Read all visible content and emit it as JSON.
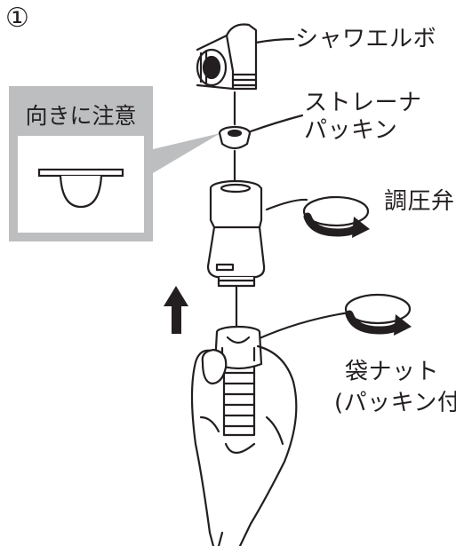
{
  "step_marker": "①",
  "callout": {
    "title": "向きに注意"
  },
  "labels": {
    "shower_elbow": "シャワエルボ",
    "strainer_line1": "ストレーナ",
    "strainer_line2": "パッキン",
    "pressure_valve": "調圧弁",
    "cap_nut_line1": "袋ナット",
    "cap_nut_line2": "(パッキン付)"
  },
  "colors": {
    "line": "#231f20",
    "callout_bg": "#bcbec0",
    "arrow": "#231f20"
  },
  "icons": [
    "rotation-arrow-icon",
    "up-arrow-icon"
  ]
}
